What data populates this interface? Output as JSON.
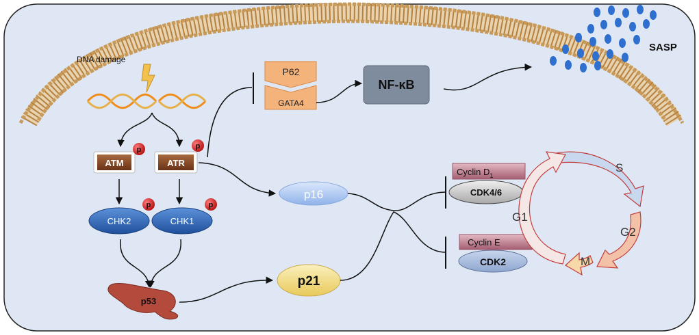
{
  "labels": {
    "dna_damage": "DNA damage",
    "atm": "ATM",
    "atr": "ATR",
    "chk2": "CHK2",
    "chk1": "CHK1",
    "p53": "p53",
    "phospho": "p",
    "p62": "P62",
    "gata4": "GATA4",
    "nfkb": "NF-κB",
    "sasp": "SASP",
    "p16": "p16",
    "p21": "p21",
    "cyclin_d": "Cyclin D",
    "cyclin_d_sub": "1",
    "cdk46": "CDK4/6",
    "cyclin_e": "Cyclin E",
    "cdk2": "CDK2",
    "phase_s": "S",
    "phase_g1": "G1",
    "phase_g2": "G2",
    "phase_m": "M"
  },
  "colors": {
    "cell_fill": "#dfe7f4",
    "membrane": "#b6803f",
    "kinase_box": "#8a4a25",
    "chk_ellipse": "#2f6fc1",
    "p53_body": "#b34a3b",
    "phospho_dot": "#d41f1f",
    "p62_orange": "#f5b37c",
    "nfkb_box": "#7f8c9e",
    "sasp_dots": "#2e6fcf",
    "p16_fill": "#a9c6f3",
    "p21_fill": "#f4dc7a",
    "cyclin_fill": "#c98b9c",
    "cdk_fill": "#c4c4c4",
    "cycle_outline": "#c23b3b"
  }
}
